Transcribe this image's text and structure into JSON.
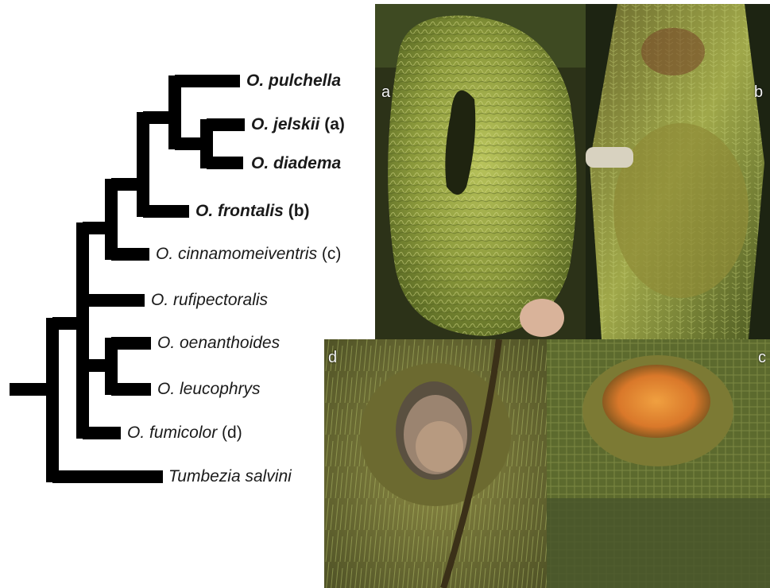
{
  "taxa": [
    {
      "name": "O. pulchella",
      "note": ""
    },
    {
      "name": "O. jelskii",
      "note": "(a)"
    },
    {
      "name": "O. diadema",
      "note": ""
    },
    {
      "name": "O. frontalis",
      "note": "(b)"
    },
    {
      "name": "O. cinnamomeiventris",
      "note": "(c)"
    },
    {
      "name": "O. rufipectoralis",
      "note": ""
    },
    {
      "name": "O. oenanthoides",
      "note": ""
    },
    {
      "name": "O. leucophrys",
      "note": ""
    },
    {
      "name": "O. fumicolor",
      "note": "(d)"
    },
    {
      "name": "Tumbezia salvini",
      "note": ""
    }
  ],
  "photos": {
    "a": {
      "label": "a",
      "subject": "moss cup nest held in hand"
    },
    "b": {
      "label": "b",
      "subject": "moss nest on mossy tree trunk"
    },
    "c": {
      "label": "c",
      "subject": "orange lined nest cup in moss"
    },
    "d": {
      "label": "d",
      "subject": "nest with egg in grassy moss"
    }
  },
  "colors": {
    "branch": "#000000",
    "label_text": "#1a1a1a",
    "moss_light": "#a9b650",
    "moss_dark": "#3d4a1c",
    "nest_orange": "#d9782a"
  }
}
